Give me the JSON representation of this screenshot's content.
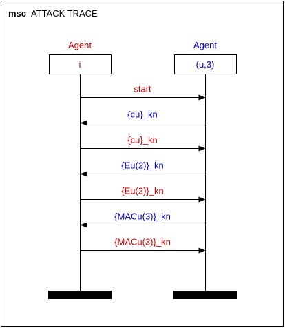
{
  "title": {
    "keyword": "msc",
    "text": "ATTACK TRACE"
  },
  "colors": {
    "red": "#cc0000",
    "blue": "#0000cc",
    "black": "#000000",
    "white": "#ffffff"
  },
  "agents": [
    {
      "header": "Agent",
      "name": "i",
      "color": "#cc0000"
    },
    {
      "header": "Agent",
      "name": "(u,3)",
      "color": "#0000cc"
    }
  ],
  "messages": [
    {
      "from": 0,
      "to": 1,
      "label": "start",
      "color": "#cc0000"
    },
    {
      "from": 1,
      "to": 0,
      "label": "{cu}_kn",
      "color": "#0000cc"
    },
    {
      "from": 0,
      "to": 1,
      "label": "{cu}_kn",
      "color": "#cc0000"
    },
    {
      "from": 1,
      "to": 0,
      "label": "{Eu(2)}_kn",
      "color": "#0000cc"
    },
    {
      "from": 0,
      "to": 1,
      "label": "{Eu(2)}_kn",
      "color": "#cc0000"
    },
    {
      "from": 1,
      "to": 0,
      "label": "{MACu(3)}_kn",
      "color": "#0000cc"
    },
    {
      "from": 0,
      "to": 1,
      "label": "{MACu(3)}_kn",
      "color": "#cc0000"
    }
  ]
}
